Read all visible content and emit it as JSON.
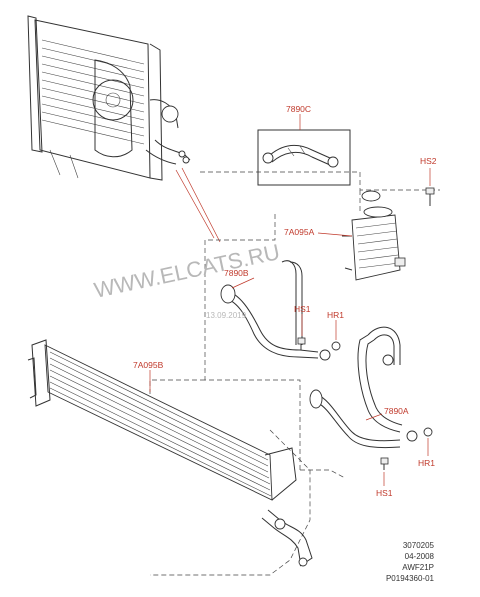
{
  "callouts": {
    "c_7890C": "7890C",
    "c_HS2": "HS2",
    "c_7A095A": "7A095A",
    "c_7890B": "7890B",
    "c_HS1_top": "HS1",
    "c_HR1_top": "HR1",
    "c_7A095B": "7A095B",
    "c_7890A": "7890A",
    "c_HR1_bottom": "HR1",
    "c_HS1_bottom": "HS1"
  },
  "watermark": {
    "site": "WWW.ELCATS.RU",
    "date": "13.09.2019"
  },
  "info_block": {
    "line1": "3070205",
    "line2": "04-2008",
    "line3": "AWF21P",
    "line4": "P0194360-01"
  },
  "colors": {
    "callout": "#c0392b",
    "line_art": "#333333",
    "watermark": "#b8b8b8"
  }
}
